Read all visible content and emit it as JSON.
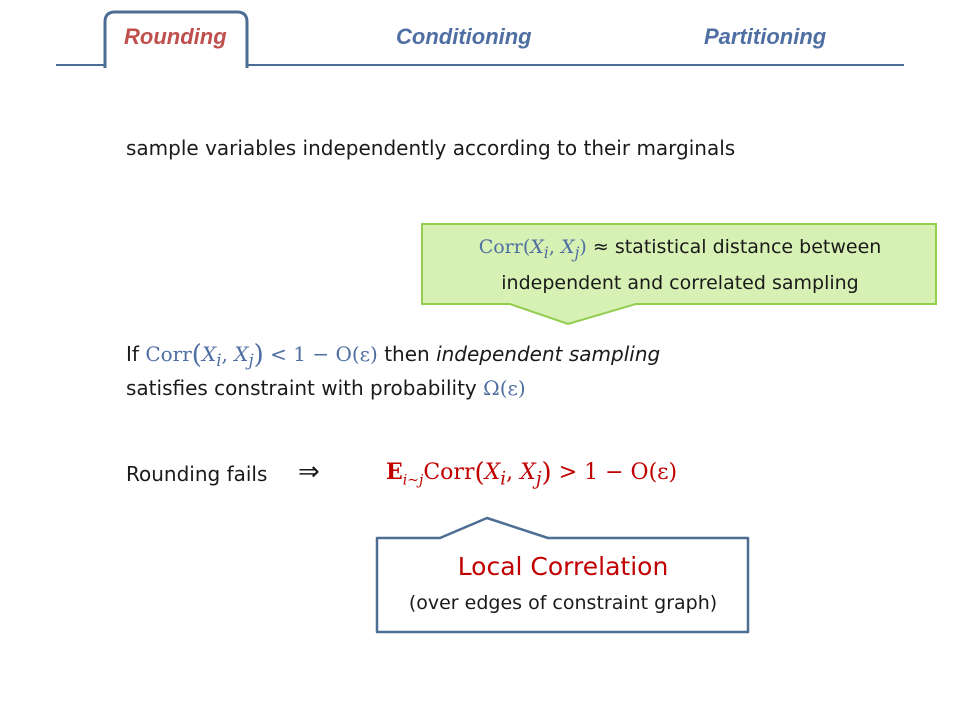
{
  "tabs": [
    {
      "label": "Rounding",
      "active": true
    },
    {
      "label": "Conditioning",
      "active": false
    },
    {
      "label": "Partitioning",
      "active": false
    }
  ],
  "colors": {
    "active_tab": "#c0504d",
    "inactive_tab": "#4f6fa3",
    "math": "#4f6fa3",
    "highlight": "#c00000",
    "callout_fill": "#d7f0b4",
    "callout_border": "#92cd4f",
    "box_border": "#4d6e94"
  },
  "body": {
    "line1": "sample variables independently according to their marginals",
    "if_word": "If",
    "then_word": "then",
    "independent_sampling": "independent sampling",
    "satisfies": "satisfies constraint with probability",
    "rounding_fails": "Rounding fails",
    "implies": "⇒"
  },
  "callout": {
    "statistical_distance": "≈ statistical distance between",
    "line2": "independent and correlated sampling"
  },
  "math": {
    "corr": "Corr",
    "x_i": "X",
    "sub_i": "i",
    "sub_j": "j",
    "comma": ",",
    "less_than": "< 1 − O(ε)",
    "greater_than": "> 1 − O(ε)",
    "omega": "Ω(ε)",
    "expectation": "E",
    "exp_sub": "i~j"
  },
  "local_correlation": {
    "title": "Local Correlation",
    "subtitle": "(over edges of constraint graph)"
  }
}
